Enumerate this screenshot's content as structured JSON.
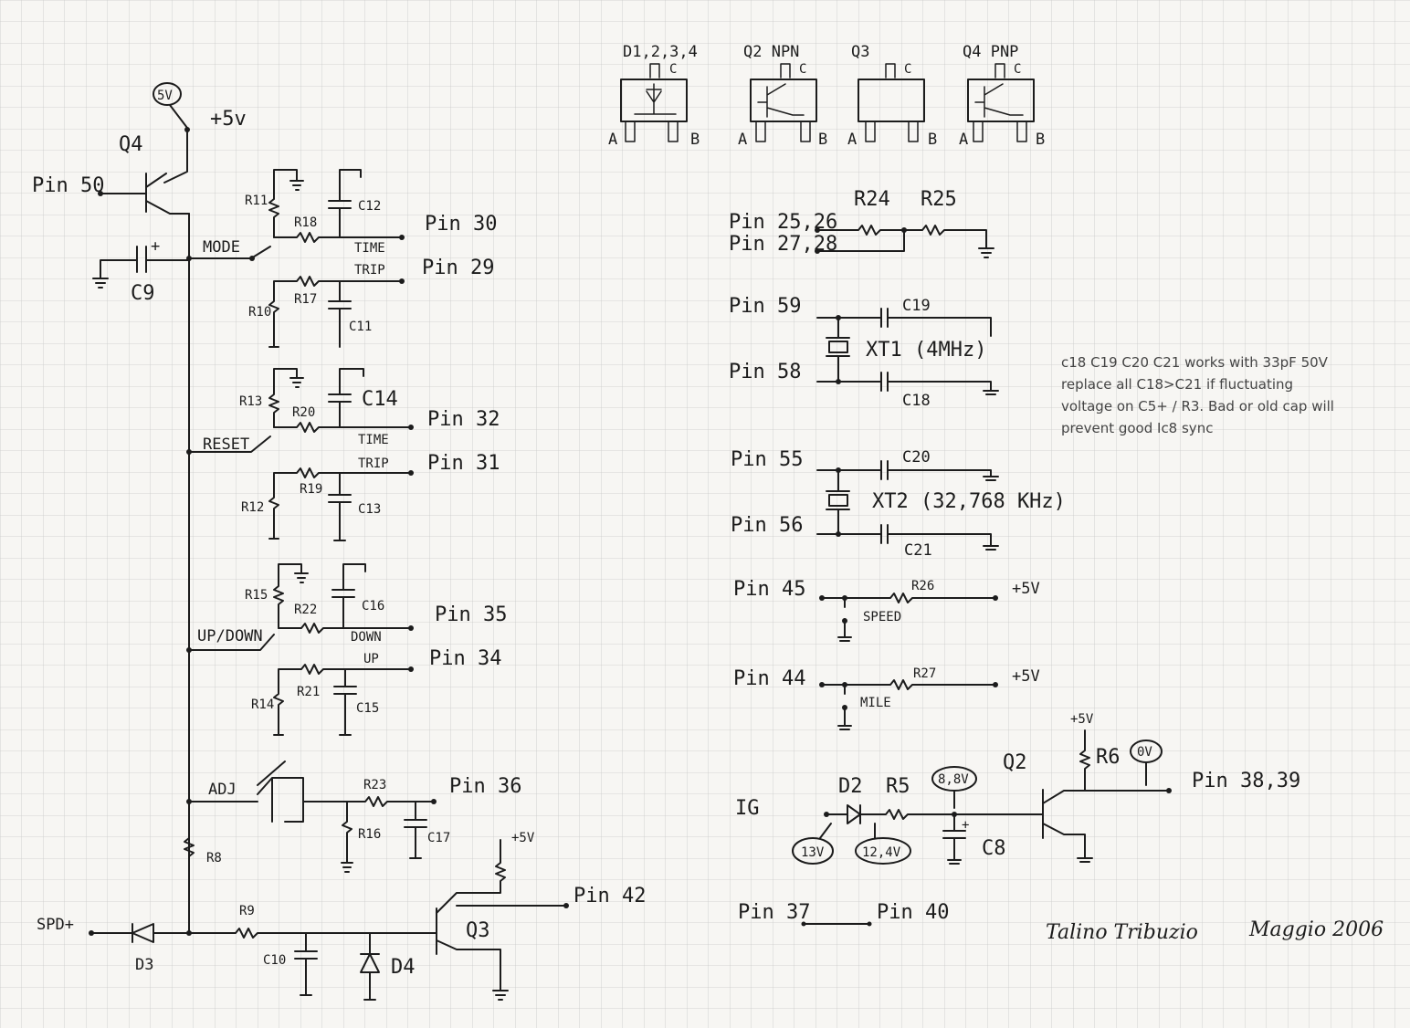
{
  "packages": {
    "d1234": {
      "title": "D1,2,3,4",
      "c": "C",
      "a": "A",
      "b": "B"
    },
    "q2": {
      "title": "Q2 NPN",
      "c": "C",
      "a": "A",
      "b": "B"
    },
    "q3": {
      "title": "Q3",
      "c": "C",
      "a": "A",
      "b": "B"
    },
    "q4": {
      "title": "Q4 PNP",
      "c": "C",
      "a": "A",
      "b": "B"
    }
  },
  "left_circuit": {
    "probe_5v": "5V",
    "supply": "+5v",
    "q4": "Q4",
    "pin50": "Pin 50",
    "c9": "C9",
    "plus": "+",
    "mode": "MODE",
    "reset": "RESET",
    "updown": "UP/DOWN",
    "adj": "ADJ",
    "r11": "R11",
    "c12": "C12",
    "r18": "R18",
    "pin30": "Pin 30",
    "time1": "TIME",
    "trip1": "TRIP",
    "pin29": "Pin 29",
    "r10": "R10",
    "r17": "R17",
    "c11": "C11",
    "r13": "R13",
    "c14": "C14",
    "r20": "R20",
    "pin32": "Pin 32",
    "time2": "TIME",
    "trip2": "TRIP",
    "pin31": "Pin 31",
    "r12": "R12",
    "r19": "R19",
    "c13": "C13",
    "r15": "R15",
    "c16": "C16",
    "r22": "R22",
    "pin35": "Pin 35",
    "down": "DOWN",
    "up": "UP",
    "pin34": "Pin 34",
    "r14": "R14",
    "r21": "R21",
    "c15": "C15",
    "r23": "R23",
    "pin36": "Pin 36",
    "r16": "R16",
    "c17": "C17",
    "r8": "R8",
    "q3_supply": "+5V",
    "pin42": "Pin 42",
    "q3": "Q3",
    "spd": "SPD+",
    "d3": "D3",
    "r9": "R9",
    "c10": "C10",
    "d4": "D4"
  },
  "right_circuit": {
    "r24": "R24",
    "r25": "R25",
    "pin2526": "Pin 25,26",
    "pin2728": "Pin 27,28",
    "pin59": "Pin 59",
    "c19": "C19",
    "xt1": "XT1 (4MHz)",
    "pin58": "Pin 58",
    "c18": "C18",
    "pin55": "Pin 55",
    "c20": "C20",
    "xt2": "XT2 (32,768 KHz)",
    "pin56": "Pin 56",
    "c21": "C21",
    "pin45": "Pin 45",
    "r26": "R26",
    "plus5v_a": "+5V",
    "speed": "SPEED",
    "pin44": "Pin 44",
    "r27": "R27",
    "plus5v_b": "+5V",
    "mile": "MILE",
    "ig": "IG",
    "d2": "D2",
    "r5": "R5",
    "probe_88v": "8,8V",
    "q2": "Q2",
    "plus5v_c": "+5V",
    "r6": "R6",
    "probe_0v": "0V",
    "pin3839": "Pin 38,39",
    "probe_13v": "13V",
    "probe_124v": "12,4V",
    "c8": "C8",
    "plus": "+",
    "pin37": "Pin 37",
    "pin40": "Pin 40"
  },
  "signature": {
    "name": "Talino Tribuzio",
    "date": "Maggio 2006"
  },
  "note": {
    "lines": [
      "c18 C19 C20 C21 works with 33pF 50V",
      "replace all C18>C21 if fluctuating",
      "voltage on C5+ / R3. Bad or old cap will",
      "prevent good Ic8 sync"
    ]
  }
}
